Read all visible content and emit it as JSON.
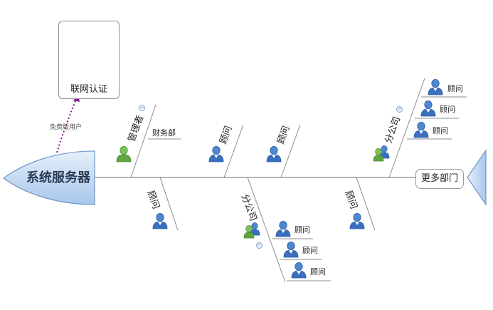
{
  "root": {
    "label": "系统服务器"
  },
  "tail": {
    "label": "更多部门"
  },
  "external": {
    "label": "联网认证",
    "link_label": "免费版用户"
  },
  "branches": {
    "admin": {
      "label": "管理者",
      "child": "财务部"
    },
    "top_a": {
      "label": "顾问"
    },
    "top_b": {
      "label": "顾问"
    },
    "top_company": {
      "label": "分公司",
      "children": [
        "顾问",
        "顾问",
        "顾问"
      ]
    },
    "bottom_a": {
      "label": "顾问"
    },
    "bottom_company": {
      "label": "分公司",
      "children": [
        "顾问",
        "顾问",
        "顾问"
      ]
    },
    "bottom_c": {
      "label": "顾问"
    }
  },
  "collapse_symbol": "−",
  "colors": {
    "head_fill": "#cfe0f5",
    "head_stroke": "#6f96c8",
    "spine": "#8c8c8c",
    "link": "#8a1a8f",
    "cloud": "#49b3ea",
    "person": "#3a6fbf",
    "admin_person": "#5fa540"
  }
}
